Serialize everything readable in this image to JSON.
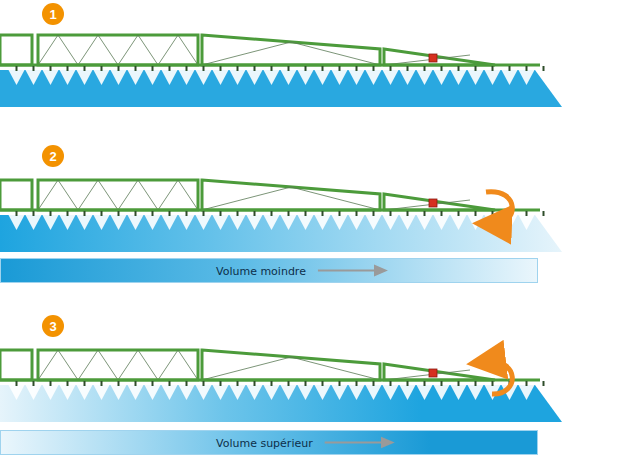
{
  "diagram": {
    "nodes": [
      {
        "text": [
          "Volume moindre"
        ]
      },
      {
        "text": [
          "Volume supérieur"
        ]
      }
    ],
    "labels": [
      "1",
      "2",
      "3"
    ]
  }
}
